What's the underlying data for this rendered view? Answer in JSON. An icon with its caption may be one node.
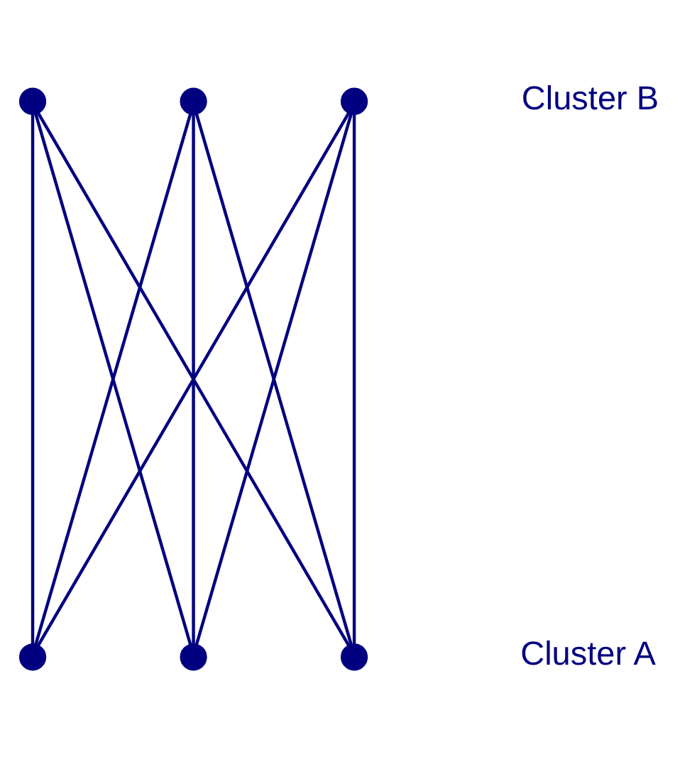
{
  "diagram": {
    "nodes": [
      {
        "text": [],
        "shape": "circle"
      },
      {
        "text": [],
        "shape": "circle"
      },
      {
        "text": [],
        "shape": "circle"
      },
      {
        "text": [],
        "shape": "circle"
      },
      {
        "text": [],
        "shape": "circle"
      },
      {
        "text": [],
        "shape": "circle"
      }
    ],
    "edges": [
      {
        "from": 0,
        "to": 3,
        "arrow": "none"
      },
      {
        "from": 0,
        "to": 4,
        "arrow": "none"
      },
      {
        "from": 0,
        "to": 5,
        "arrow": "none"
      },
      {
        "from": 1,
        "to": 3,
        "arrow": "none"
      },
      {
        "from": 1,
        "to": 4,
        "arrow": "none"
      },
      {
        "from": 1,
        "to": 5,
        "arrow": "none"
      },
      {
        "from": 2,
        "to": 3,
        "arrow": "none"
      },
      {
        "from": 2,
        "to": 4,
        "arrow": "none"
      },
      {
        "from": 2,
        "to": 5,
        "arrow": "none"
      }
    ],
    "labels": [
      "Cluster B",
      "Cluster A"
    ]
  }
}
